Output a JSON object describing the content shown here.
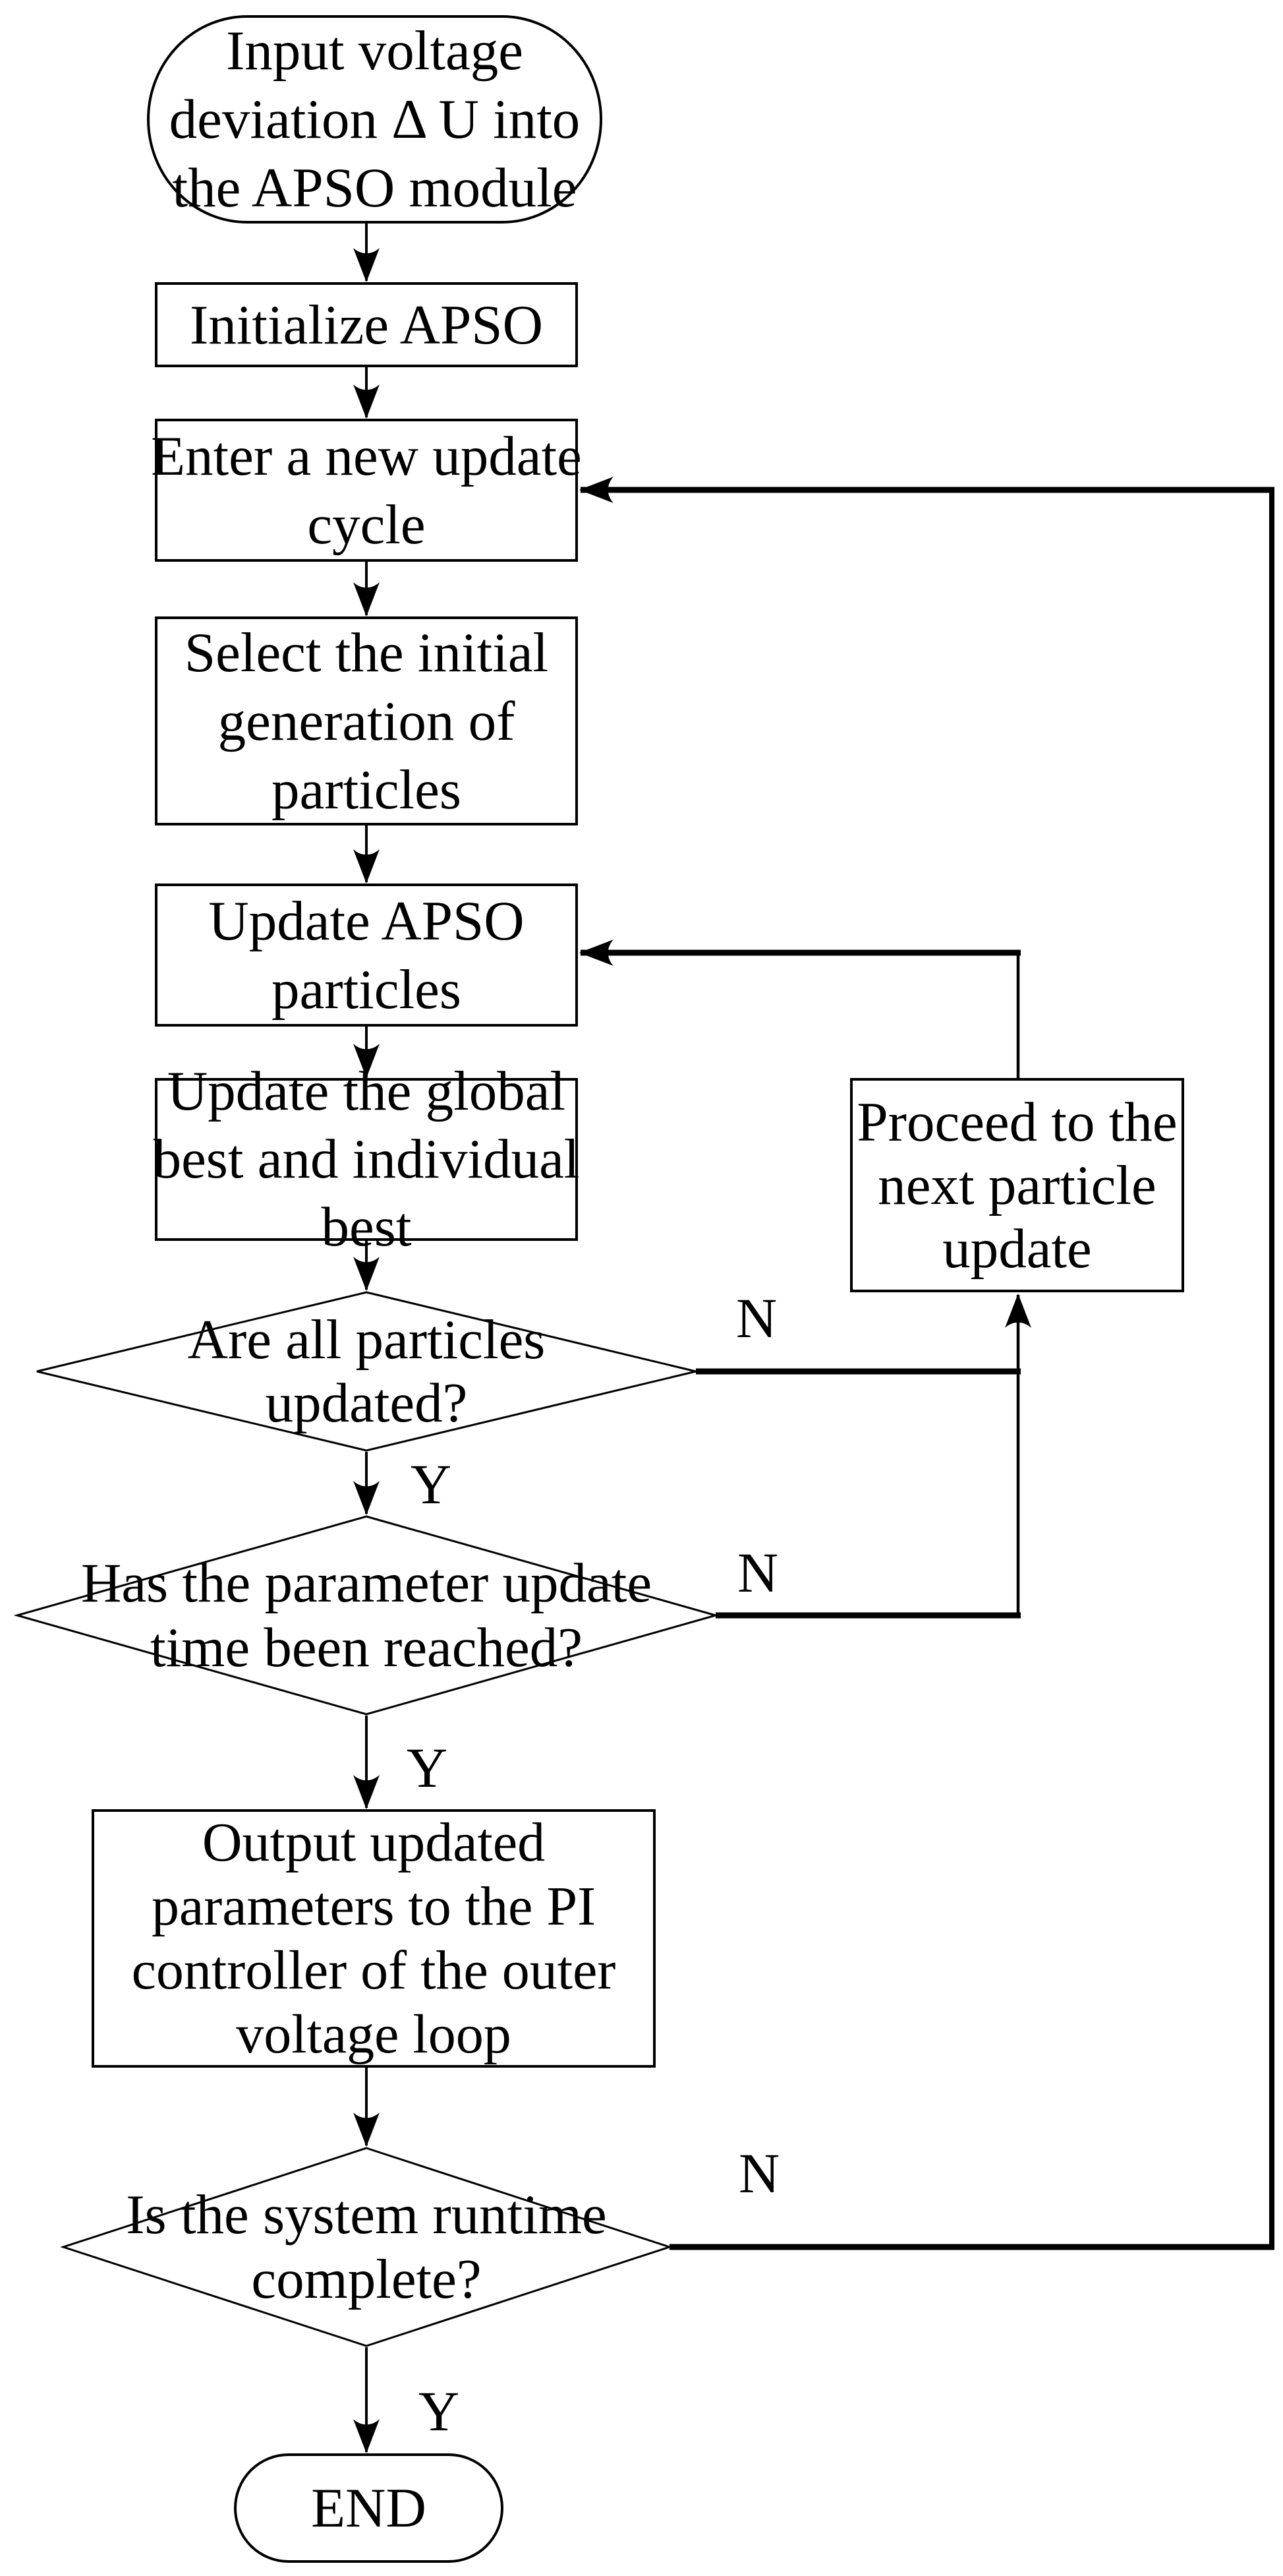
{
  "flowchart": {
    "title": "APSO parameter update flowchart",
    "nodes": {
      "start": {
        "shape": "stadium",
        "line1": "Input voltage",
        "line2": "deviation Δ U into",
        "line3": "the APSO module"
      },
      "initialize": {
        "shape": "rectangle",
        "line1": "Initialize APSO"
      },
      "enter_cycle": {
        "shape": "rectangle",
        "line1": "Enter a new update",
        "line2": "cycle"
      },
      "select_initial": {
        "shape": "rectangle",
        "line1": "Select the initial",
        "line2": "generation of",
        "line3": "particles"
      },
      "update_particles": {
        "shape": "rectangle",
        "line1": "Update APSO",
        "line2": "particles"
      },
      "update_best": {
        "shape": "rectangle",
        "line1": "Update the global",
        "line2": "best and individual",
        "line3": "best"
      },
      "proceed_next": {
        "shape": "rectangle",
        "line1": "Proceed to the",
        "line2": "next particle",
        "line3": "update"
      },
      "decision_particles_updated": {
        "shape": "diamond",
        "line1": "Are all particles",
        "line2": "updated?"
      },
      "decision_param_time": {
        "shape": "diamond",
        "line1": "Has the parameter update",
        "line2": "time been reached?"
      },
      "output_params": {
        "shape": "rectangle",
        "line1": "Output updated",
        "line2": "parameters to the PI",
        "line3": "controller of the outer",
        "line4": "voltage loop"
      },
      "decision_runtime": {
        "shape": "diamond",
        "line1": "Is the system runtime",
        "line2": "complete?"
      },
      "end": {
        "shape": "stadium",
        "line1": "END"
      }
    },
    "branch_labels": {
      "d1_no": "N",
      "d1_yes": "Y",
      "d2_no": "N",
      "d2_yes": "Y",
      "d3_no": "N",
      "d3_yes": "Y"
    },
    "colors": {
      "ink": "#000000",
      "background": "#ffffff"
    }
  }
}
